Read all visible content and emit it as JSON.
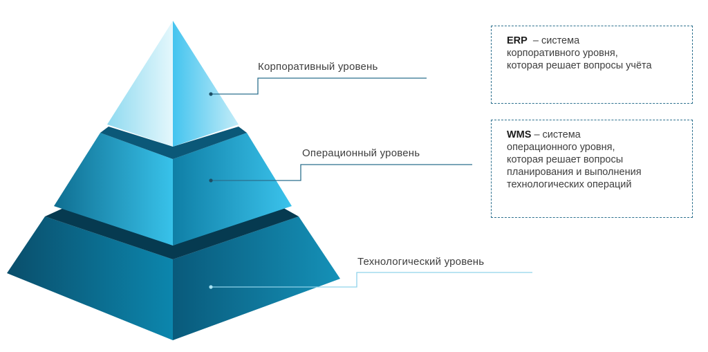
{
  "levels": {
    "corporate": "Корпоративный уровень",
    "operational": "Операционный уровень",
    "technological": "Технологический уровень"
  },
  "boxes": {
    "erp": {
      "term": "ERP",
      "lines": [
        "– система",
        "корпоративного уровня,",
        "которая решает вопросы учёта"
      ]
    },
    "wms": {
      "term": "WMS",
      "lines": [
        "– система",
        "операционного уровня,",
        "которая решает вопросы",
        "планирования и выполнения",
        "технологических операций"
      ]
    }
  },
  "colors": {
    "top_light": "#d6f3fb",
    "top_mid": "#8fdaf0",
    "top_bright": "#4fc6ee",
    "mid_dark": "#0e6f93",
    "mid_bright": "#35bde6",
    "bottom_dark": "#094a66",
    "bottom_mid": "#0c7ea3",
    "gap": "#073f57",
    "leader": "#2b6f8d",
    "leader_light": "#8fd3ea"
  }
}
